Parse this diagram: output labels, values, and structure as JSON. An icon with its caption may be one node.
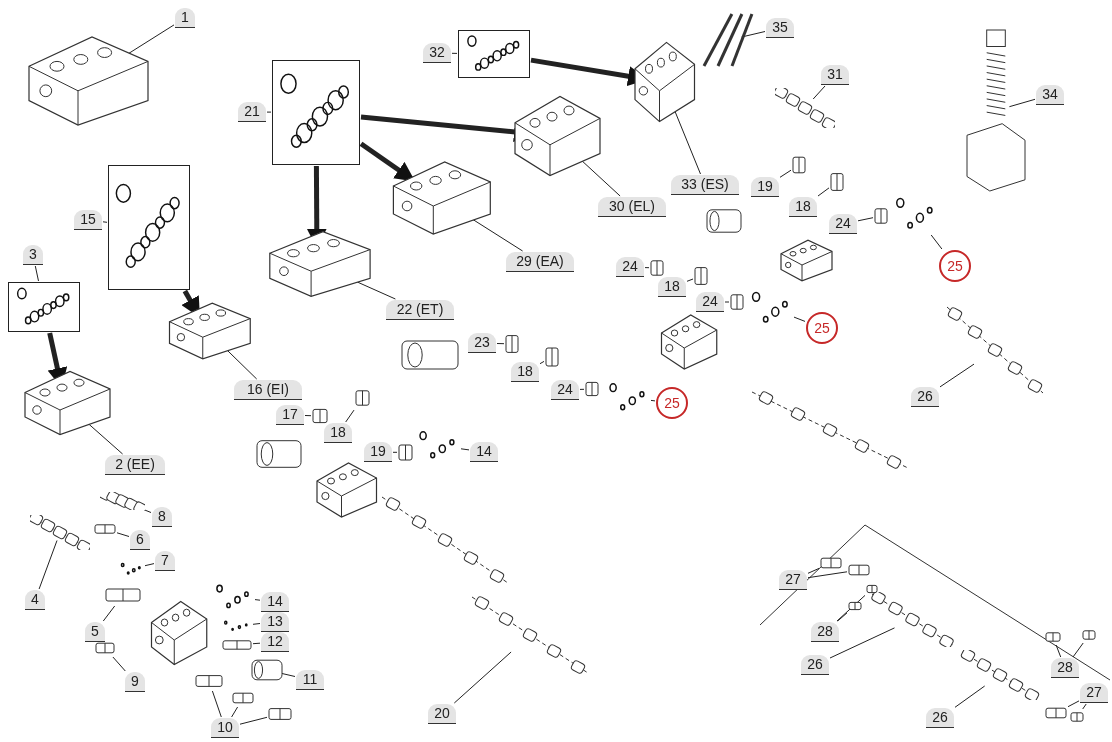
{
  "diagram": {
    "nodes": [
      {
        "text": [
          "1"
        ]
      },
      {
        "text": [],
        "shape": "picture"
      },
      {
        "text": [
          "2 (EE)"
        ]
      },
      {
        "text": [],
        "shape": "picture"
      },
      {
        "text": [
          "3"
        ]
      },
      {
        "text": [],
        "shape": "picture"
      },
      {
        "text": [
          "4"
        ]
      },
      {
        "text": [],
        "shape": "picture"
      },
      {
        "text": [
          "5"
        ]
      },
      {
        "text": [],
        "shape": "picture"
      },
      {
        "text": [
          "6"
        ]
      },
      {
        "text": [],
        "shape": "picture"
      },
      {
        "text": [
          "7"
        ]
      },
      {
        "text": [],
        "shape": "picture"
      },
      {
        "text": [
          "8"
        ]
      },
      {
        "text": [],
        "shape": "picture"
      },
      {
        "text": [
          "9"
        ]
      },
      {
        "text": [],
        "shape": "picture"
      },
      {
        "text": [
          "10"
        ]
      },
      {
        "text": [],
        "shape": "picture"
      },
      {
        "text": [],
        "shape": "picture"
      },
      {
        "text": [],
        "shape": "picture"
      },
      {
        "text": [
          "11"
        ]
      },
      {
        "text": [],
        "shape": "picture"
      },
      {
        "text": [
          "12"
        ]
      },
      {
        "text": [],
        "shape": "picture"
      },
      {
        "text": [
          "13"
        ]
      },
      {
        "text": [],
        "shape": "picture"
      },
      {
        "text": [
          "14"
        ]
      },
      {
        "text": [],
        "shape": "picture"
      },
      {
        "text": [
          "15"
        ]
      },
      {
        "text": [],
        "shape": "picture"
      },
      {
        "text": [
          "16 (EI)"
        ]
      },
      {
        "text": [],
        "shape": "picture"
      },
      {
        "text": [
          "17"
        ]
      },
      {
        "text": [],
        "shape": "picture"
      },
      {
        "text": [
          "18"
        ]
      },
      {
        "text": [],
        "shape": "picture"
      },
      {
        "text": [
          "19"
        ]
      },
      {
        "text": [],
        "shape": "picture"
      },
      {
        "text": [
          "14"
        ]
      },
      {
        "text": [],
        "shape": "picture"
      },
      {
        "text": [
          "20"
        ]
      },
      {
        "text": [],
        "shape": "picture"
      },
      {
        "text": [
          "21"
        ]
      },
      {
        "text": [],
        "shape": "picture"
      },
      {
        "text": [
          "22 (ET)"
        ]
      },
      {
        "text": [],
        "shape": "picture"
      },
      {
        "text": [
          "23"
        ]
      },
      {
        "text": [],
        "shape": "picture"
      },
      {
        "text": [
          "18"
        ]
      },
      {
        "text": [],
        "shape": "picture"
      },
      {
        "text": [
          "24"
        ]
      },
      {
        "text": [],
        "shape": "picture"
      },
      {
        "text": [
          "25"
        ]
      },
      {
        "text": [],
        "shape": "picture"
      },
      {
        "text": [
          "24"
        ]
      },
      {
        "text": [],
        "shape": "picture"
      },
      {
        "text": [
          "18"
        ]
      },
      {
        "text": [],
        "shape": "picture"
      },
      {
        "text": [
          "24"
        ]
      },
      {
        "text": [],
        "shape": "picture"
      },
      {
        "text": [
          "25"
        ]
      },
      {
        "text": [],
        "shape": "picture"
      },
      {
        "text": [
          "19"
        ]
      },
      {
        "text": [],
        "shape": "picture"
      },
      {
        "text": [
          "18"
        ]
      },
      {
        "text": [],
        "shape": "picture"
      },
      {
        "text": [
          "24"
        ]
      },
      {
        "text": [],
        "shape": "picture"
      },
      {
        "text": [
          "25"
        ]
      },
      {
        "text": [],
        "shape": "picture"
      },
      {
        "text": [
          "26"
        ]
      },
      {
        "text": [],
        "shape": "picture"
      },
      {
        "text": [
          "29 (EA)"
        ]
      },
      {
        "text": [],
        "shape": "picture"
      },
      {
        "text": [
          "30 (EL)"
        ]
      },
      {
        "text": [],
        "shape": "picture"
      },
      {
        "text": [
          "31"
        ]
      },
      {
        "text": [],
        "shape": "picture"
      },
      {
        "text": [
          "32"
        ]
      },
      {
        "text": [],
        "shape": "picture"
      },
      {
        "text": [
          "33 (ES)"
        ]
      },
      {
        "text": [],
        "shape": "picture"
      },
      {
        "text": [
          "34"
        ]
      },
      {
        "text": [],
        "shape": "picture"
      },
      {
        "text": [
          "35"
        ]
      },
      {
        "text": [],
        "shape": "picture"
      },
      {
        "text": [
          "26"
        ]
      },
      {
        "text": [],
        "shape": "picture"
      },
      {
        "text": [
          "26"
        ]
      },
      {
        "text": [],
        "shape": "picture"
      },
      {
        "text": [
          "27"
        ]
      },
      {
        "text": [],
        "shape": "picture"
      },
      {
        "text": [],
        "shape": "picture"
      },
      {
        "text": [
          "28"
        ]
      },
      {
        "text": [],
        "shape": "picture"
      },
      {
        "text": [],
        "shape": "picture"
      },
      {
        "text": [
          "28"
        ]
      },
      {
        "text": [],
        "shape": "picture"
      },
      {
        "text": [],
        "shape": "picture"
      },
      {
        "text": [
          "27"
        ]
      },
      {
        "text": [],
        "shape": "picture"
      },
      {
        "text": [],
        "shape": "picture"
      }
    ],
    "edges": [
      {
        "from": 0,
        "to": 1,
        "arrow": "none"
      },
      {
        "from": 2,
        "to": 3,
        "arrow": "none"
      },
      {
        "from": 4,
        "to": 5,
        "arrow": "none"
      },
      {
        "from": 6,
        "to": 7,
        "arrow": "none"
      },
      {
        "from": 8,
        "to": 9,
        "arrow": "none"
      },
      {
        "from": 10,
        "to": 11,
        "arrow": "none"
      },
      {
        "from": 12,
        "to": 13,
        "arrow": "none"
      },
      {
        "from": 14,
        "to": 15,
        "arrow": "none"
      },
      {
        "from": 16,
        "to": 17,
        "arrow": "none"
      },
      {
        "from": 18,
        "to": 19,
        "arrow": "none"
      },
      {
        "from": 18,
        "to": 20,
        "arrow": "none"
      },
      {
        "from": 18,
        "to": 21,
        "arrow": "none"
      },
      {
        "from": 22,
        "to": 23,
        "arrow": "none"
      },
      {
        "from": 24,
        "to": 25,
        "arrow": "none"
      },
      {
        "from": 26,
        "to": 27,
        "arrow": "none"
      },
      {
        "from": 28,
        "to": 29,
        "arrow": "none"
      },
      {
        "from": 30,
        "to": 31,
        "arrow": "none"
      },
      {
        "from": 32,
        "to": 33,
        "arrow": "none"
      },
      {
        "from": 34,
        "to": 35,
        "arrow": "none"
      },
      {
        "from": 36,
        "to": 37,
        "arrow": "none"
      },
      {
        "from": 38,
        "to": 39,
        "arrow": "none"
      },
      {
        "from": 40,
        "to": 41,
        "arrow": "none"
      },
      {
        "from": 42,
        "to": 43,
        "arrow": "none"
      },
      {
        "from": 44,
        "to": 45,
        "arrow": "none"
      },
      {
        "from": 46,
        "to": 47,
        "arrow": "none"
      },
      {
        "from": 48,
        "to": 49,
        "arrow": "none"
      },
      {
        "from": 50,
        "to": 51,
        "arrow": "none"
      },
      {
        "from": 52,
        "to": 53,
        "arrow": "none"
      },
      {
        "from": 54,
        "to": 55,
        "arrow": "none"
      },
      {
        "from": 56,
        "to": 57,
        "arrow": "none"
      },
      {
        "from": 58,
        "to": 59,
        "arrow": "none"
      },
      {
        "from": 60,
        "to": 61,
        "arrow": "none"
      },
      {
        "from": 62,
        "to": 63,
        "arrow": "none"
      },
      {
        "from": 64,
        "to": 65,
        "arrow": "none"
      },
      {
        "from": 66,
        "to": 67,
        "arrow": "none"
      },
      {
        "from": 68,
        "to": 69,
        "arrow": "none"
      },
      {
        "from": 70,
        "to": 71,
        "arrow": "none"
      },
      {
        "from": 72,
        "to": 73,
        "arrow": "none"
      },
      {
        "from": 74,
        "to": 75,
        "arrow": "none"
      },
      {
        "from": 76,
        "to": 77,
        "arrow": "none"
      },
      {
        "from": 78,
        "to": 79,
        "arrow": "none"
      },
      {
        "from": 80,
        "to": 81,
        "arrow": "none"
      },
      {
        "from": 82,
        "to": 83,
        "arrow": "none"
      },
      {
        "from": 84,
        "to": 85,
        "arrow": "none"
      },
      {
        "from": 86,
        "to": 87,
        "arrow": "none"
      },
      {
        "from": 88,
        "to": 89,
        "arrow": "none"
      },
      {
        "from": 90,
        "to": 91,
        "arrow": "none"
      },
      {
        "from": 92,
        "to": 93,
        "arrow": "none"
      },
      {
        "from": 92,
        "to": 94,
        "arrow": "none"
      },
      {
        "from": 95,
        "to": 96,
        "arrow": "none"
      },
      {
        "from": 95,
        "to": 97,
        "arrow": "none"
      },
      {
        "from": 98,
        "to": 99,
        "arrow": "none"
      },
      {
        "from": 98,
        "to": 100,
        "arrow": "none"
      },
      {
        "from": 101,
        "to": 102,
        "arrow": "none"
      },
      {
        "from": 101,
        "to": 103,
        "arrow": "none"
      },
      {
        "from": 5,
        "to": 3,
        "arrow": "to",
        "style": "thick"
      },
      {
        "from": 31,
        "to": 33,
        "arrow": "to",
        "style": "thick"
      },
      {
        "from": 45,
        "to": 47,
        "arrow": "to",
        "style": "thick"
      },
      {
        "from": 45,
        "to": 75,
        "arrow": "to",
        "style": "thick"
      },
      {
        "from": 45,
        "to": 77,
        "arrow": "to",
        "style": "thick"
      },
      {
        "from": 81,
        "to": 83,
        "arrow": "to",
        "style": "thick"
      }
    ]
  }
}
